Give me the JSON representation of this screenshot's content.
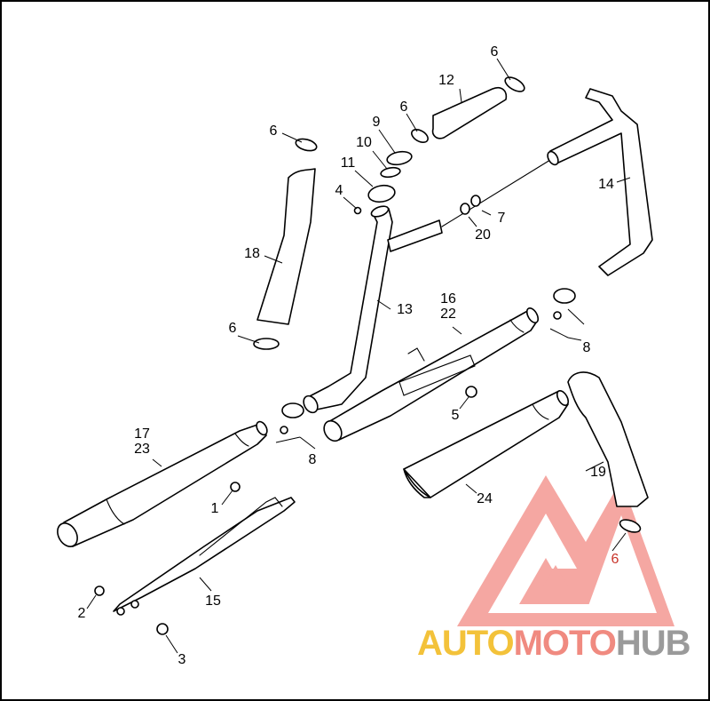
{
  "callouts": [
    {
      "id": "c1",
      "label": "1"
    },
    {
      "id": "c2",
      "label": "2"
    },
    {
      "id": "c3",
      "label": "3"
    },
    {
      "id": "c4",
      "label": "4"
    },
    {
      "id": "c5",
      "label": "5"
    },
    {
      "id": "c6a",
      "label": "6"
    },
    {
      "id": "c6b",
      "label": "6"
    },
    {
      "id": "c6c",
      "label": "6"
    },
    {
      "id": "c6d",
      "label": "6"
    },
    {
      "id": "c6e",
      "label": "6"
    },
    {
      "id": "c7",
      "label": "7"
    },
    {
      "id": "c8a",
      "label": "8"
    },
    {
      "id": "c8b",
      "label": "8"
    },
    {
      "id": "c9",
      "label": "9"
    },
    {
      "id": "c10",
      "label": "10"
    },
    {
      "id": "c11",
      "label": "11"
    },
    {
      "id": "c12",
      "label": "12"
    },
    {
      "id": "c13",
      "label": "13"
    },
    {
      "id": "c14",
      "label": "14"
    },
    {
      "id": "c15",
      "label": "15"
    },
    {
      "id": "c16",
      "label": "16"
    },
    {
      "id": "c22",
      "label": "22"
    },
    {
      "id": "c17",
      "label": "17"
    },
    {
      "id": "c23",
      "label": "23"
    },
    {
      "id": "c18",
      "label": "18"
    },
    {
      "id": "c19",
      "label": "19"
    },
    {
      "id": "c20",
      "label": "20"
    },
    {
      "id": "c24",
      "label": "24"
    }
  ],
  "watermark": {
    "part1": "AUTO",
    "part2": "MOTO",
    "part3": "HUB",
    "colors": {
      "triangle": "#f06e66",
      "yellow": "#f3c23a",
      "pink": "#f08a80",
      "gray": "#9a9a9a"
    }
  }
}
